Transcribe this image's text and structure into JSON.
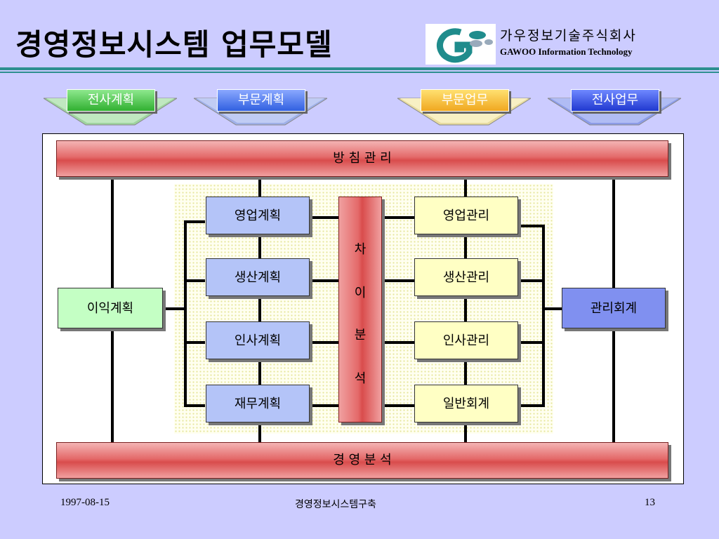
{
  "title": "경영정보시스템 업무모델",
  "company": {
    "name_ko": "가우정보기술주식회사",
    "name_en": "GAWOO Information Technology"
  },
  "arrows": [
    {
      "label": "전사계획",
      "color": "#40c040"
    },
    {
      "label": "부문계획",
      "color": "#4a74f0"
    },
    {
      "label": "부문업무",
      "color": "#f0c030"
    },
    {
      "label": "전사업무",
      "color": "#3050e0"
    }
  ],
  "diagram": {
    "top_bar": "방          침          관          리",
    "bottom_bar": "경          영          분          석",
    "plans": [
      "영업계획",
      "생산계획",
      "인사계획",
      "재무계획"
    ],
    "managements": [
      "영업관리",
      "생산관리",
      "인사관리",
      "일반회계"
    ],
    "difference_chars": [
      "차",
      "이",
      "분",
      "석"
    ],
    "left_box": "이익계획",
    "right_box": "관리회계"
  },
  "footer": {
    "date": "1997-08-15",
    "center": "경영정보시스템구축",
    "page": "13"
  }
}
